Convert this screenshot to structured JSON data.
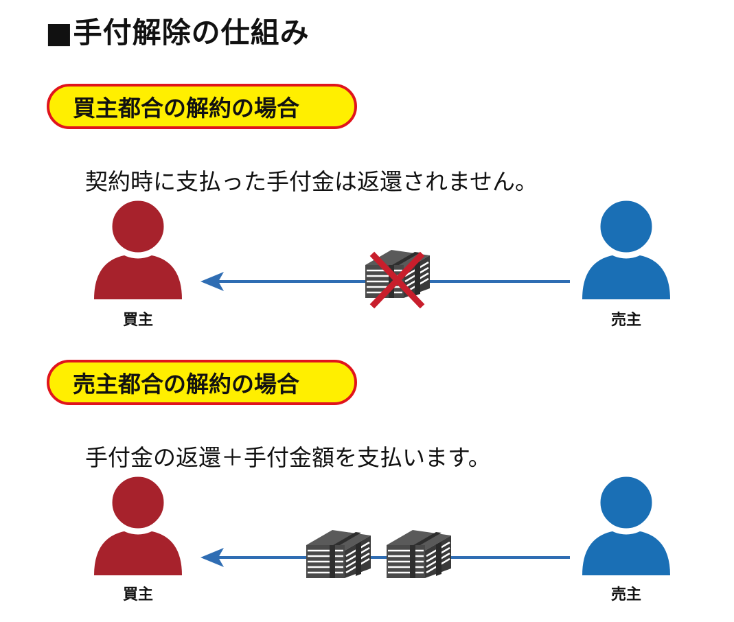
{
  "page": {
    "title": "■手付解除の仕組み"
  },
  "sections": [
    {
      "heading": "買主都合の解約の場合",
      "description": "契約時に支払った手付金は返還されません。",
      "left_party": "買主",
      "right_party": "売主"
    },
    {
      "heading": "売主都合の解約の場合",
      "description": "手付金の返還＋手付金額を支払います。",
      "left_party": "買主",
      "right_party": "売主"
    }
  ],
  "colors": {
    "buyer": "#a7222c",
    "seller": "#1a6fb5",
    "arrow": "#2f6db3",
    "badge_fill": "#ffef00",
    "badge_border": "#e0141c",
    "money": "#4a4a4a",
    "cross": "#c81e2c"
  },
  "icons": {
    "buyer": "person-icon",
    "seller": "person-icon",
    "money": "banknote-stack-icon",
    "cross": "cross-mark-icon"
  }
}
